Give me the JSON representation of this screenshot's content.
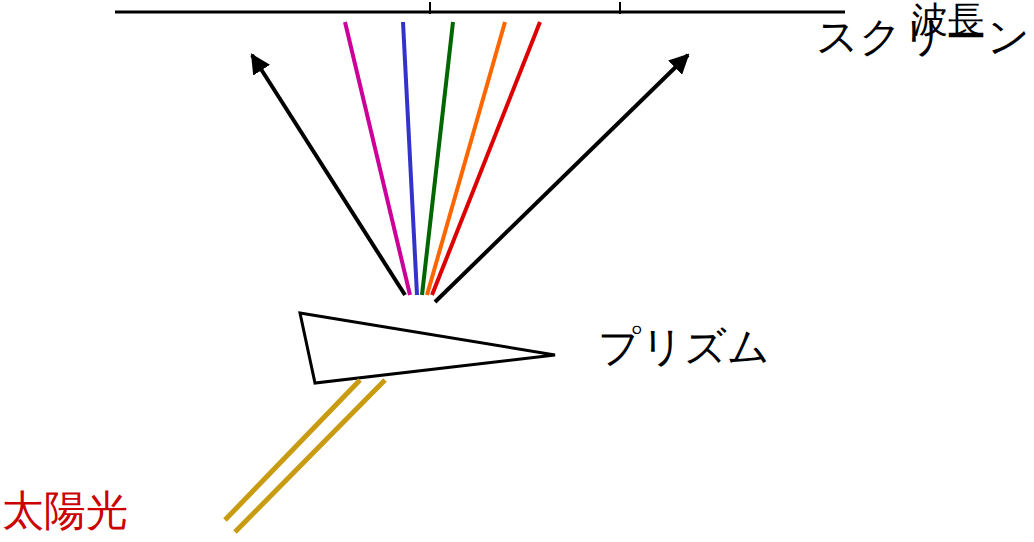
{
  "diagram": {
    "labels": [
      "波長",
      "スクリーン",
      "プリズム",
      "太陽光"
    ]
  }
}
